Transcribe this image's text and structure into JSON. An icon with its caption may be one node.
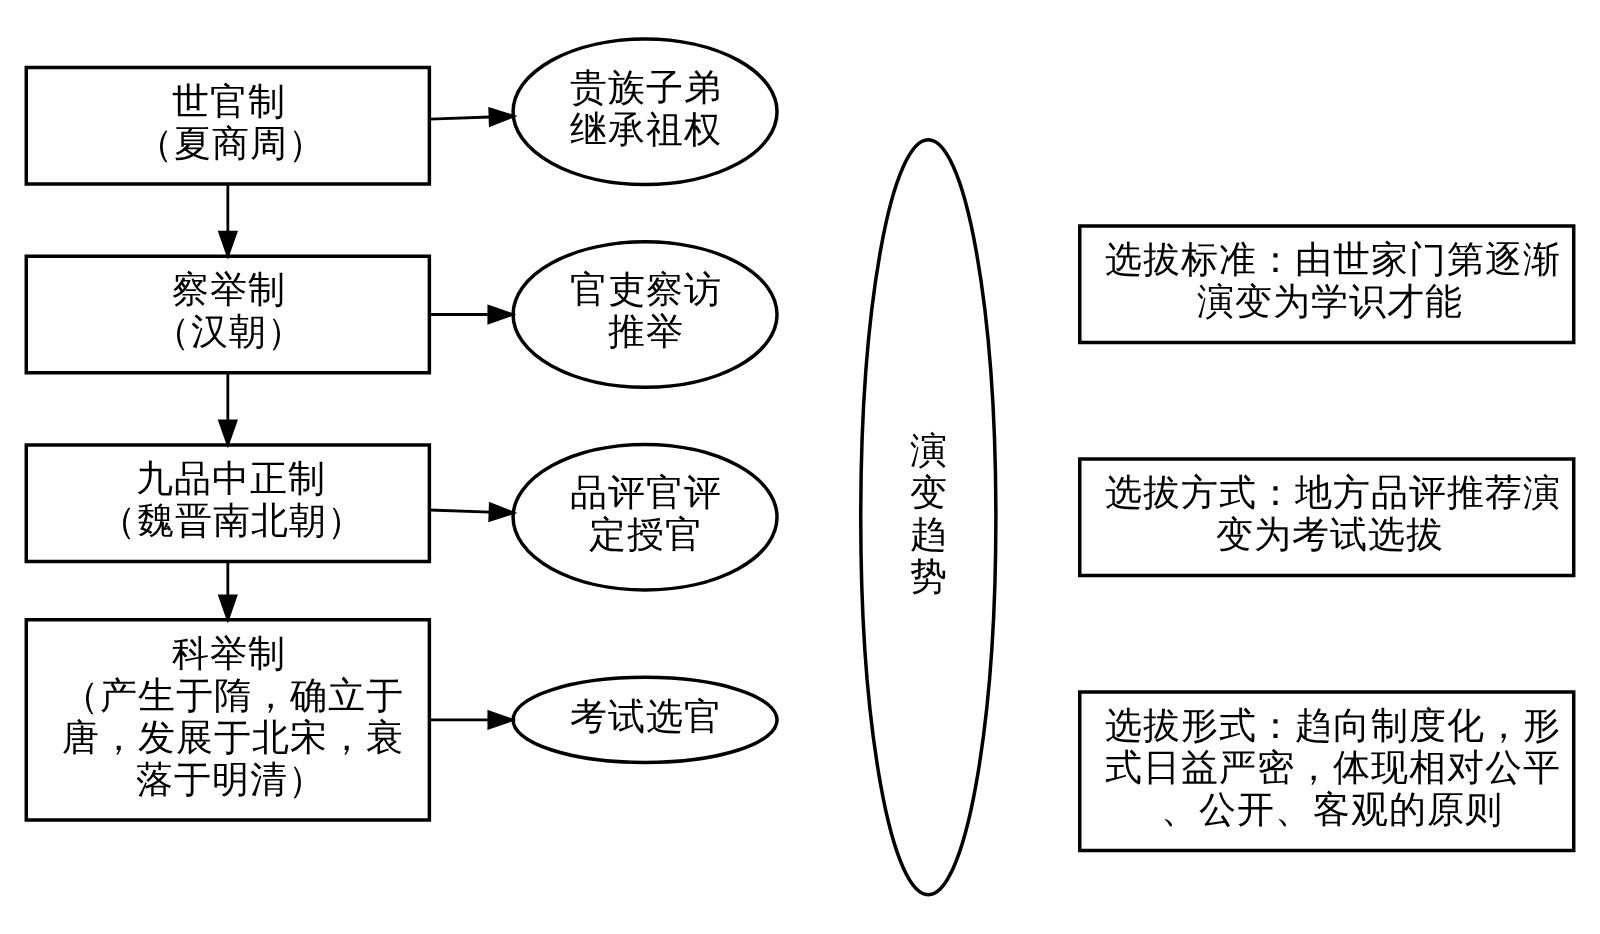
{
  "diagram": {
    "nodes": [
      {
        "text": [
          "世官制",
          "（夏商周）"
        ]
      },
      {
        "text": [
          "贵族子弟继承祖权"
        ]
      },
      {
        "text": [
          "察举制",
          "（汉朝）"
        ]
      },
      {
        "text": [
          "官吏察访推举"
        ]
      },
      {
        "text": [
          "九品中正制",
          "（魏晋南北朝）"
        ]
      },
      {
        "text": [
          "品评官评定授官"
        ]
      },
      {
        "text": [
          "科举制",
          "（产生于隋，确立于唐，发展于北宋，衰落于明清）"
        ]
      },
      {
        "text": [
          "考试选官"
        ]
      },
      {
        "text": [
          "演变趋势"
        ]
      },
      {
        "text": [
          "选拔标准：由世家门第逐渐演变为学识才能"
        ]
      },
      {
        "text": [
          "选拔方式：地方品评推荐演变为考试选拔"
        ]
      },
      {
        "text": [
          "选拔形式：趋向制度化，形式日益严密，体现相对公平、公开、客观的原则"
        ]
      }
    ],
    "edges": [
      {
        "from": 0,
        "to": 1,
        "arrow": "to"
      },
      {
        "from": 0,
        "to": 2,
        "arrow": "to"
      },
      {
        "from": 2,
        "to": 3,
        "arrow": "to"
      },
      {
        "from": 2,
        "to": 4,
        "arrow": "to"
      },
      {
        "from": 4,
        "to": 5,
        "arrow": "to"
      },
      {
        "from": 4,
        "to": 6,
        "arrow": "to"
      },
      {
        "from": 6,
        "to": 7,
        "arrow": "to"
      }
    ]
  }
}
